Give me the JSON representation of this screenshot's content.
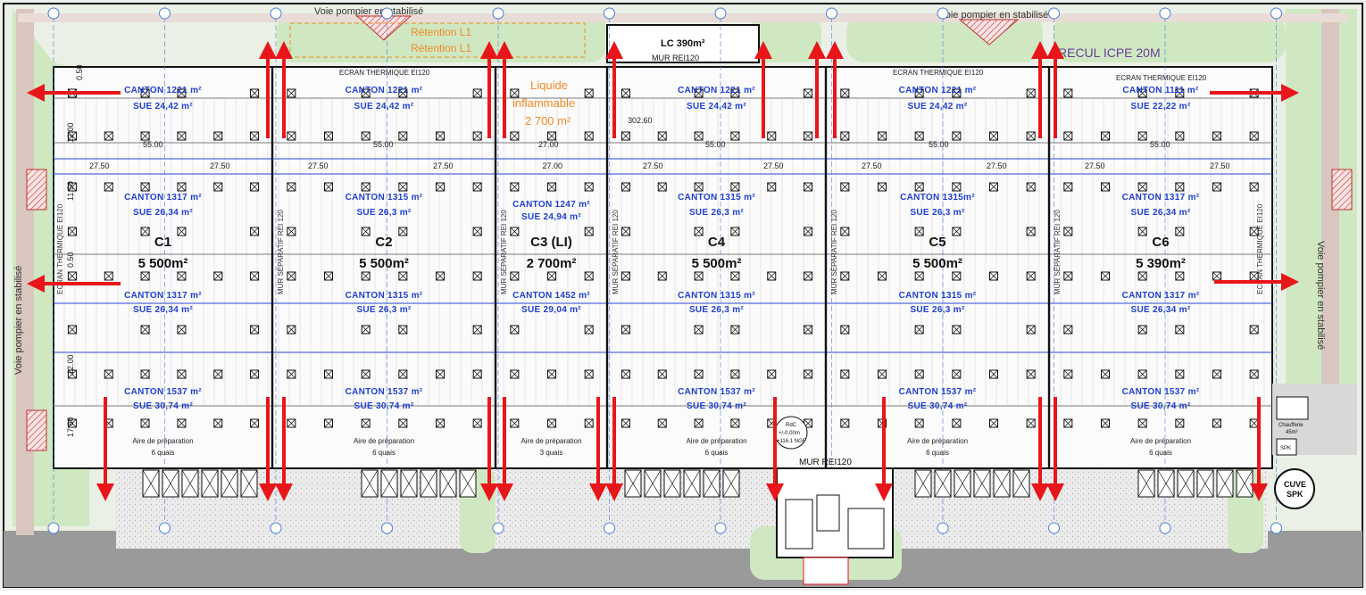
{
  "top_labels": {
    "voie_left": "Voie pompier en stabilisé",
    "voie_right": "Voie pompier en stabilisé",
    "voie_left_side": "Voie pompier en stabilisé",
    "voie_right_side": "Voie pompier en stabilisé",
    "retention_1": "Rétention L1",
    "retention_2": "Rétention L1",
    "lc": "LC 390m²",
    "mur_rei_top": "MUR REI120",
    "recul": "RECUL ICPE 20M",
    "mur_rei_bottom": "MUR REI120",
    "ecran": "ECRAN THERMIQUE EI120",
    "liquide": "Liquide",
    "inflammable": "inflammable",
    "liquide_area": "2 700 m²"
  },
  "dims": {
    "d302": "302.60",
    "d55": "55.00",
    "d27": "27.00",
    "d2750": "27.50",
    "r050": "0.50",
    "r1200": "12.00",
    "r1150": "11.50",
    "r1780": "17.80"
  },
  "cells": [
    {
      "name": "C1",
      "area": "5 500m²",
      "c1": "CANTON 1221 m²",
      "s1": "SUE 24,42 m²",
      "c2": "CANTON 1317 m²",
      "s2": "SUE 26,34 m²",
      "c3": "CANTON 1317 m²",
      "s3": "SUE 26,34 m²",
      "c4": "CANTON 1537 m²",
      "s4": "SUE 30,74 m²",
      "prep": "Aire de préparation",
      "quais": "6 quais"
    },
    {
      "name": "C2",
      "area": "5 500m²",
      "c1": "CANTON 1221 m²",
      "s1": "SUE 24,42 m²",
      "c2": "CANTON 1315 m²",
      "s2": "SUE 26,3 m²",
      "c3": "CANTON 1315 m²",
      "s3": "SUE 26,3 m²",
      "c4": "CANTON 1537 m²",
      "s4": "SUE 30,74 m²",
      "prep": "Aire de préparation",
      "quais": "6 quais"
    },
    {
      "name": "C3 (LI)",
      "area": "2 700m²",
      "c1": "",
      "s1": "",
      "c2": "CANTON 1247 m²",
      "s2": "SUE 24,94 m²",
      "c3": "CANTON 1452 m²",
      "s3": "SUE 29,04 m²",
      "c4": "",
      "s4": "",
      "prep": "Aire de préparation",
      "quais": "3 quais"
    },
    {
      "name": "C4",
      "area": "5 500m²",
      "c1": "CANTON 1221 m²",
      "s1": "SUE 24,42 m²",
      "c2": "CANTON 1315 m²",
      "s2": "SUE 26,3 m²",
      "c3": "CANTON 1315 m²",
      "s3": "SUE 26,3 m²",
      "c4": "CANTON 1537 m²",
      "s4": "SUE 30,74 m²",
      "prep": "Aire de préparation",
      "quais": "6 quais"
    },
    {
      "name": "C5",
      "area": "5 500m²",
      "c1": "CANTON 1221 m²",
      "s1": "SUE 24,42 m²",
      "c2": "CANTON 1315m²",
      "s2": "SUE 26,3 m²",
      "c3": "CANTON 1315 m²",
      "s3": "SUE 26,3 m²",
      "c4": "CANTON 1537 m²",
      "s4": "SUE 30,74 m²",
      "prep": "Aire de préparation",
      "quais": "6 quais"
    },
    {
      "name": "C6",
      "area": "5 390m²",
      "c1": "CANTON 1111 m²",
      "s1": "SUE 22,22 m²",
      "c2": "CANTON 1317 m²",
      "s2": "SUE 26,34 m²",
      "c3": "CANTON 1317 m²",
      "s3": "SUE 26,34 m²",
      "c4": "CANTON 1537 m²",
      "s4": "SUE 30,74 m²",
      "prep": "Aire de préparation",
      "quais": "6 quais"
    }
  ],
  "walls": {
    "mur_sep": "MUR SÉPARATIF REI 120",
    "ecran_vertical": "ECRAN THERMIQUE EI120"
  },
  "right_side": {
    "chaufferie": "Chaufferie",
    "chaufferie_area": "45m²",
    "cuve": "CUVE",
    "spk": "SPK",
    "spk_room": "SPK"
  },
  "rdc": {
    "label": "RdC",
    "level": "+/-0.00m",
    "ngf": "+116.1 NGF"
  },
  "colors": {
    "arrow": "#e8161a",
    "canton": "#1f3fd0",
    "green": "#cfe8c2",
    "road": "#9a9a9a",
    "orange": "#f08a24"
  }
}
